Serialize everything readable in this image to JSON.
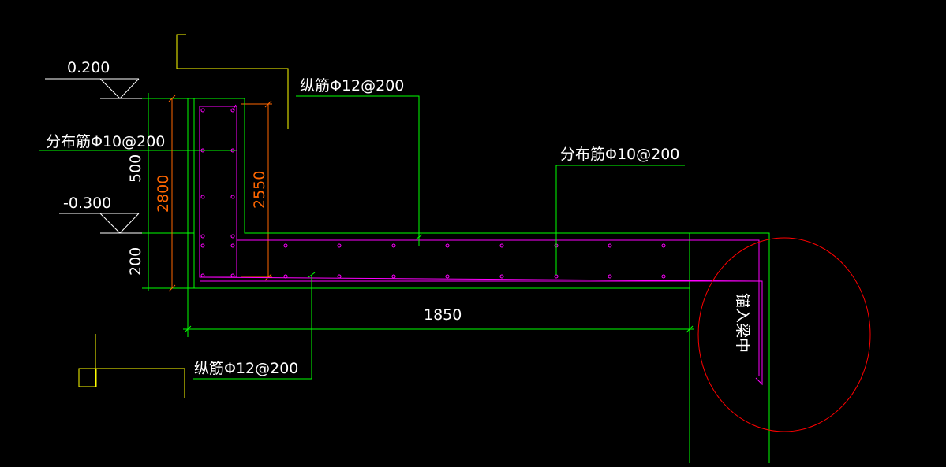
{
  "drawing": {
    "elevations": {
      "top": "0.200",
      "bottom": "-0.300"
    },
    "rebar_labels": {
      "distribution_left": "分布筋Φ10@200",
      "longitudinal_top": "纵筋Φ12@200",
      "distribution_right": "分布筋Φ10@200",
      "longitudinal_bottom": "纵筋Φ12@200",
      "anchor_note": "锚入梁中"
    },
    "dimensions": {
      "d500": "500",
      "d200": "200",
      "d2800": "2800",
      "d2550": "2550",
      "d1850": "1850"
    },
    "colors": {
      "background": "#000000",
      "dimension_lines": "#00ff00",
      "rebar": "#ff00ff",
      "concrete_outline": "#00ff00",
      "orange_dims": "#ff6600",
      "yellow_symbols": "#ffff00",
      "circle": "#ff0000",
      "text": "#ffffff"
    }
  }
}
